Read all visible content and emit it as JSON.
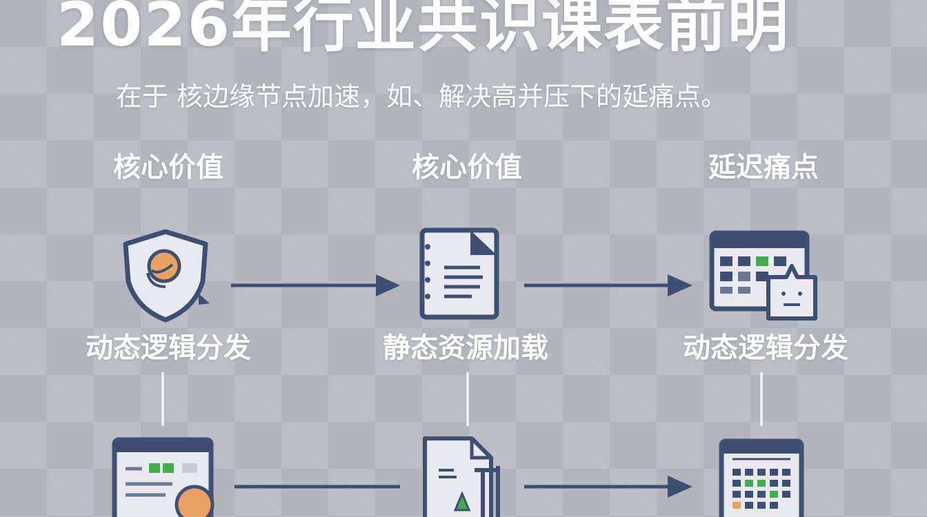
{
  "title": "2026年行业共识课表前明",
  "subtitle": "在于 核边缘节点加速，如、解决高并压下的延痛点。",
  "columns": [
    {
      "heading": "核心价值",
      "label": "动态逻辑分发"
    },
    {
      "heading": "核心价值",
      "label": "静态资源加载"
    },
    {
      "heading": "延迟痛点",
      "label": "动态逻辑分发"
    }
  ],
  "icons": [
    "shield-globe-icon",
    "document-icon",
    "calendar-dashboard-icon",
    "laptop-dashboard-icon",
    "document-chart-icon",
    "calendar-grid-icon"
  ],
  "colors": {
    "navy": "#3d4f72",
    "accent_orange": "#e9a060",
    "accent_green": "#3fae49",
    "icon_fill": "#e8eaf0"
  }
}
